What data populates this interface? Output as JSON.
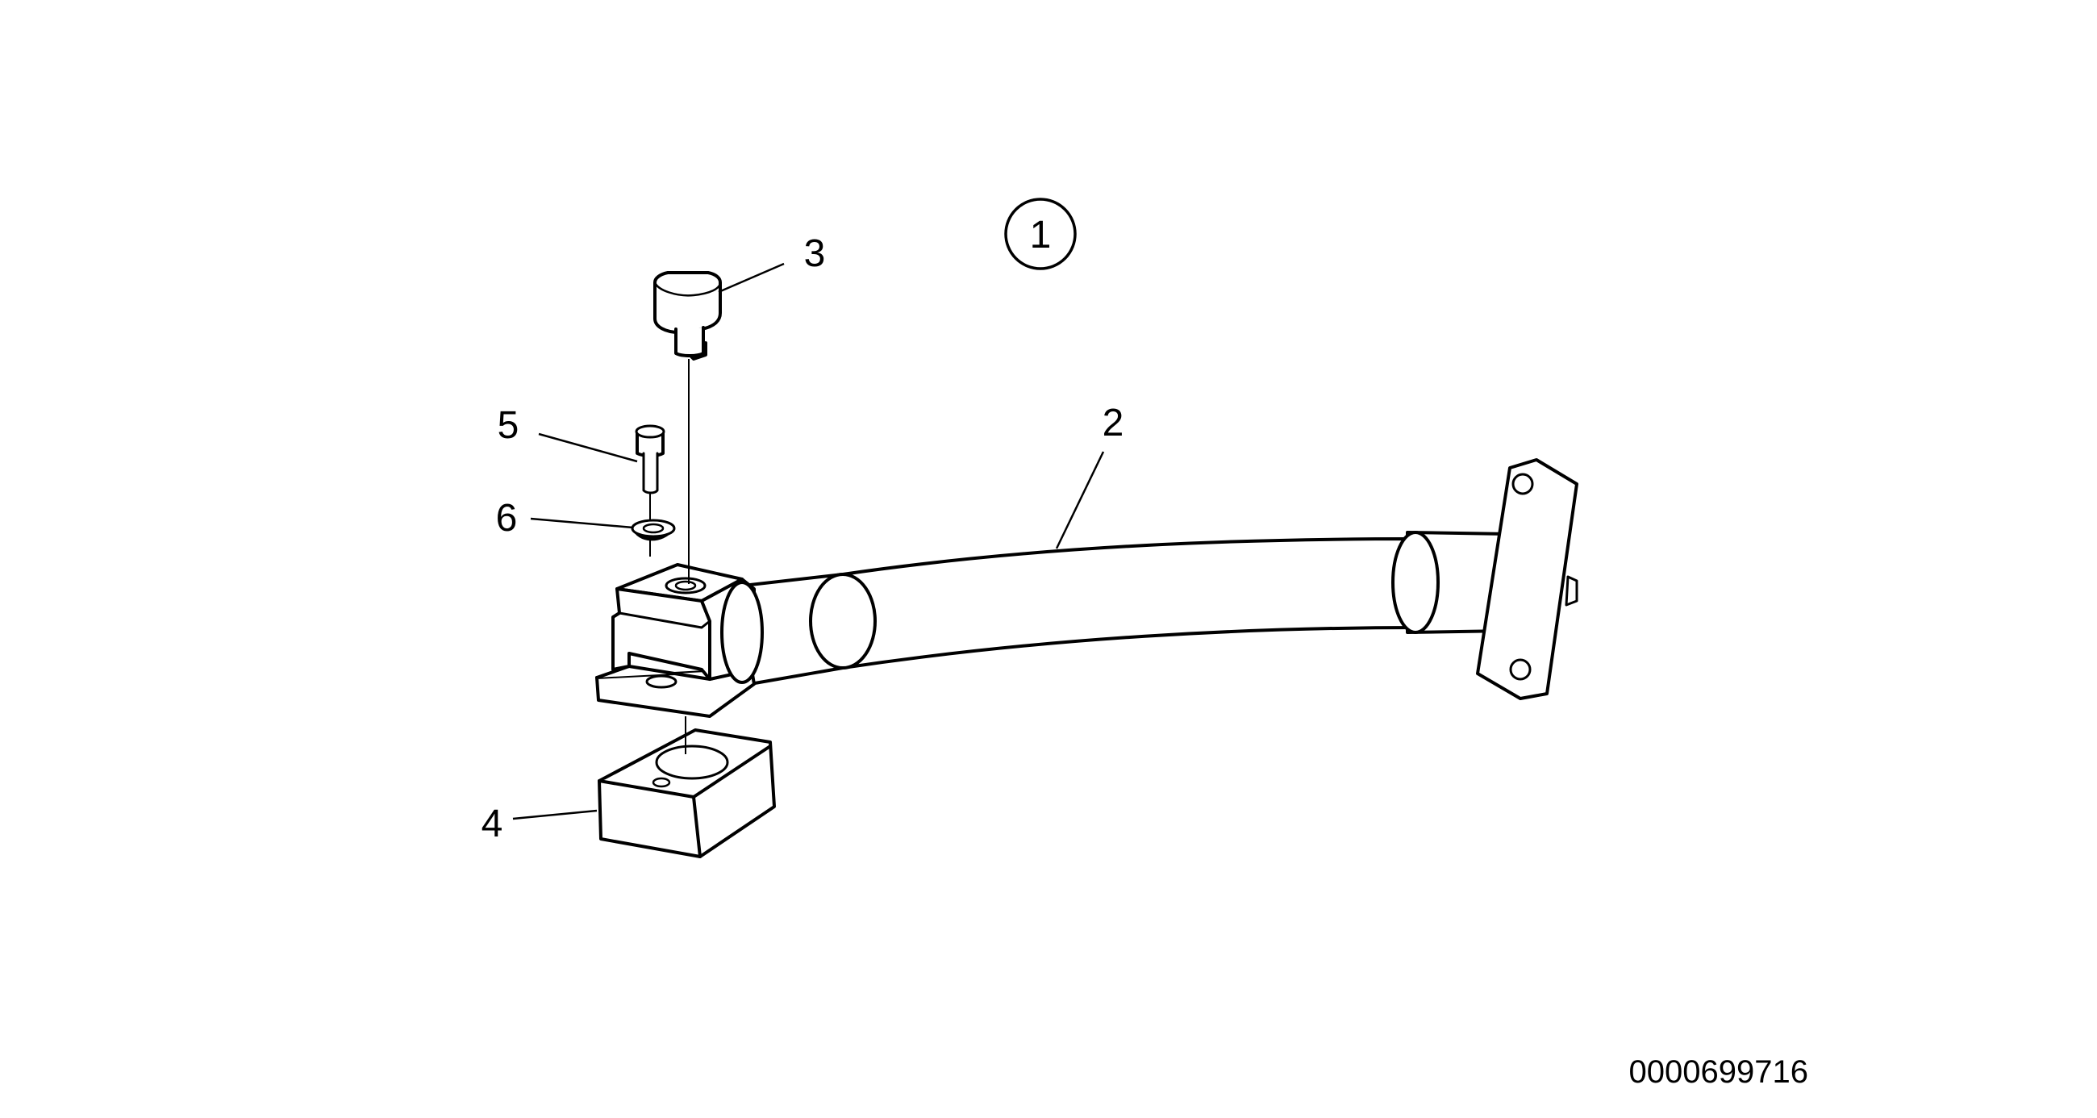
{
  "diagram": {
    "group_label": "1",
    "callouts": {
      "c2": "2",
      "c3": "3",
      "c4": "4",
      "c5": "5",
      "c6": "6"
    },
    "document_number": "0000699716"
  }
}
